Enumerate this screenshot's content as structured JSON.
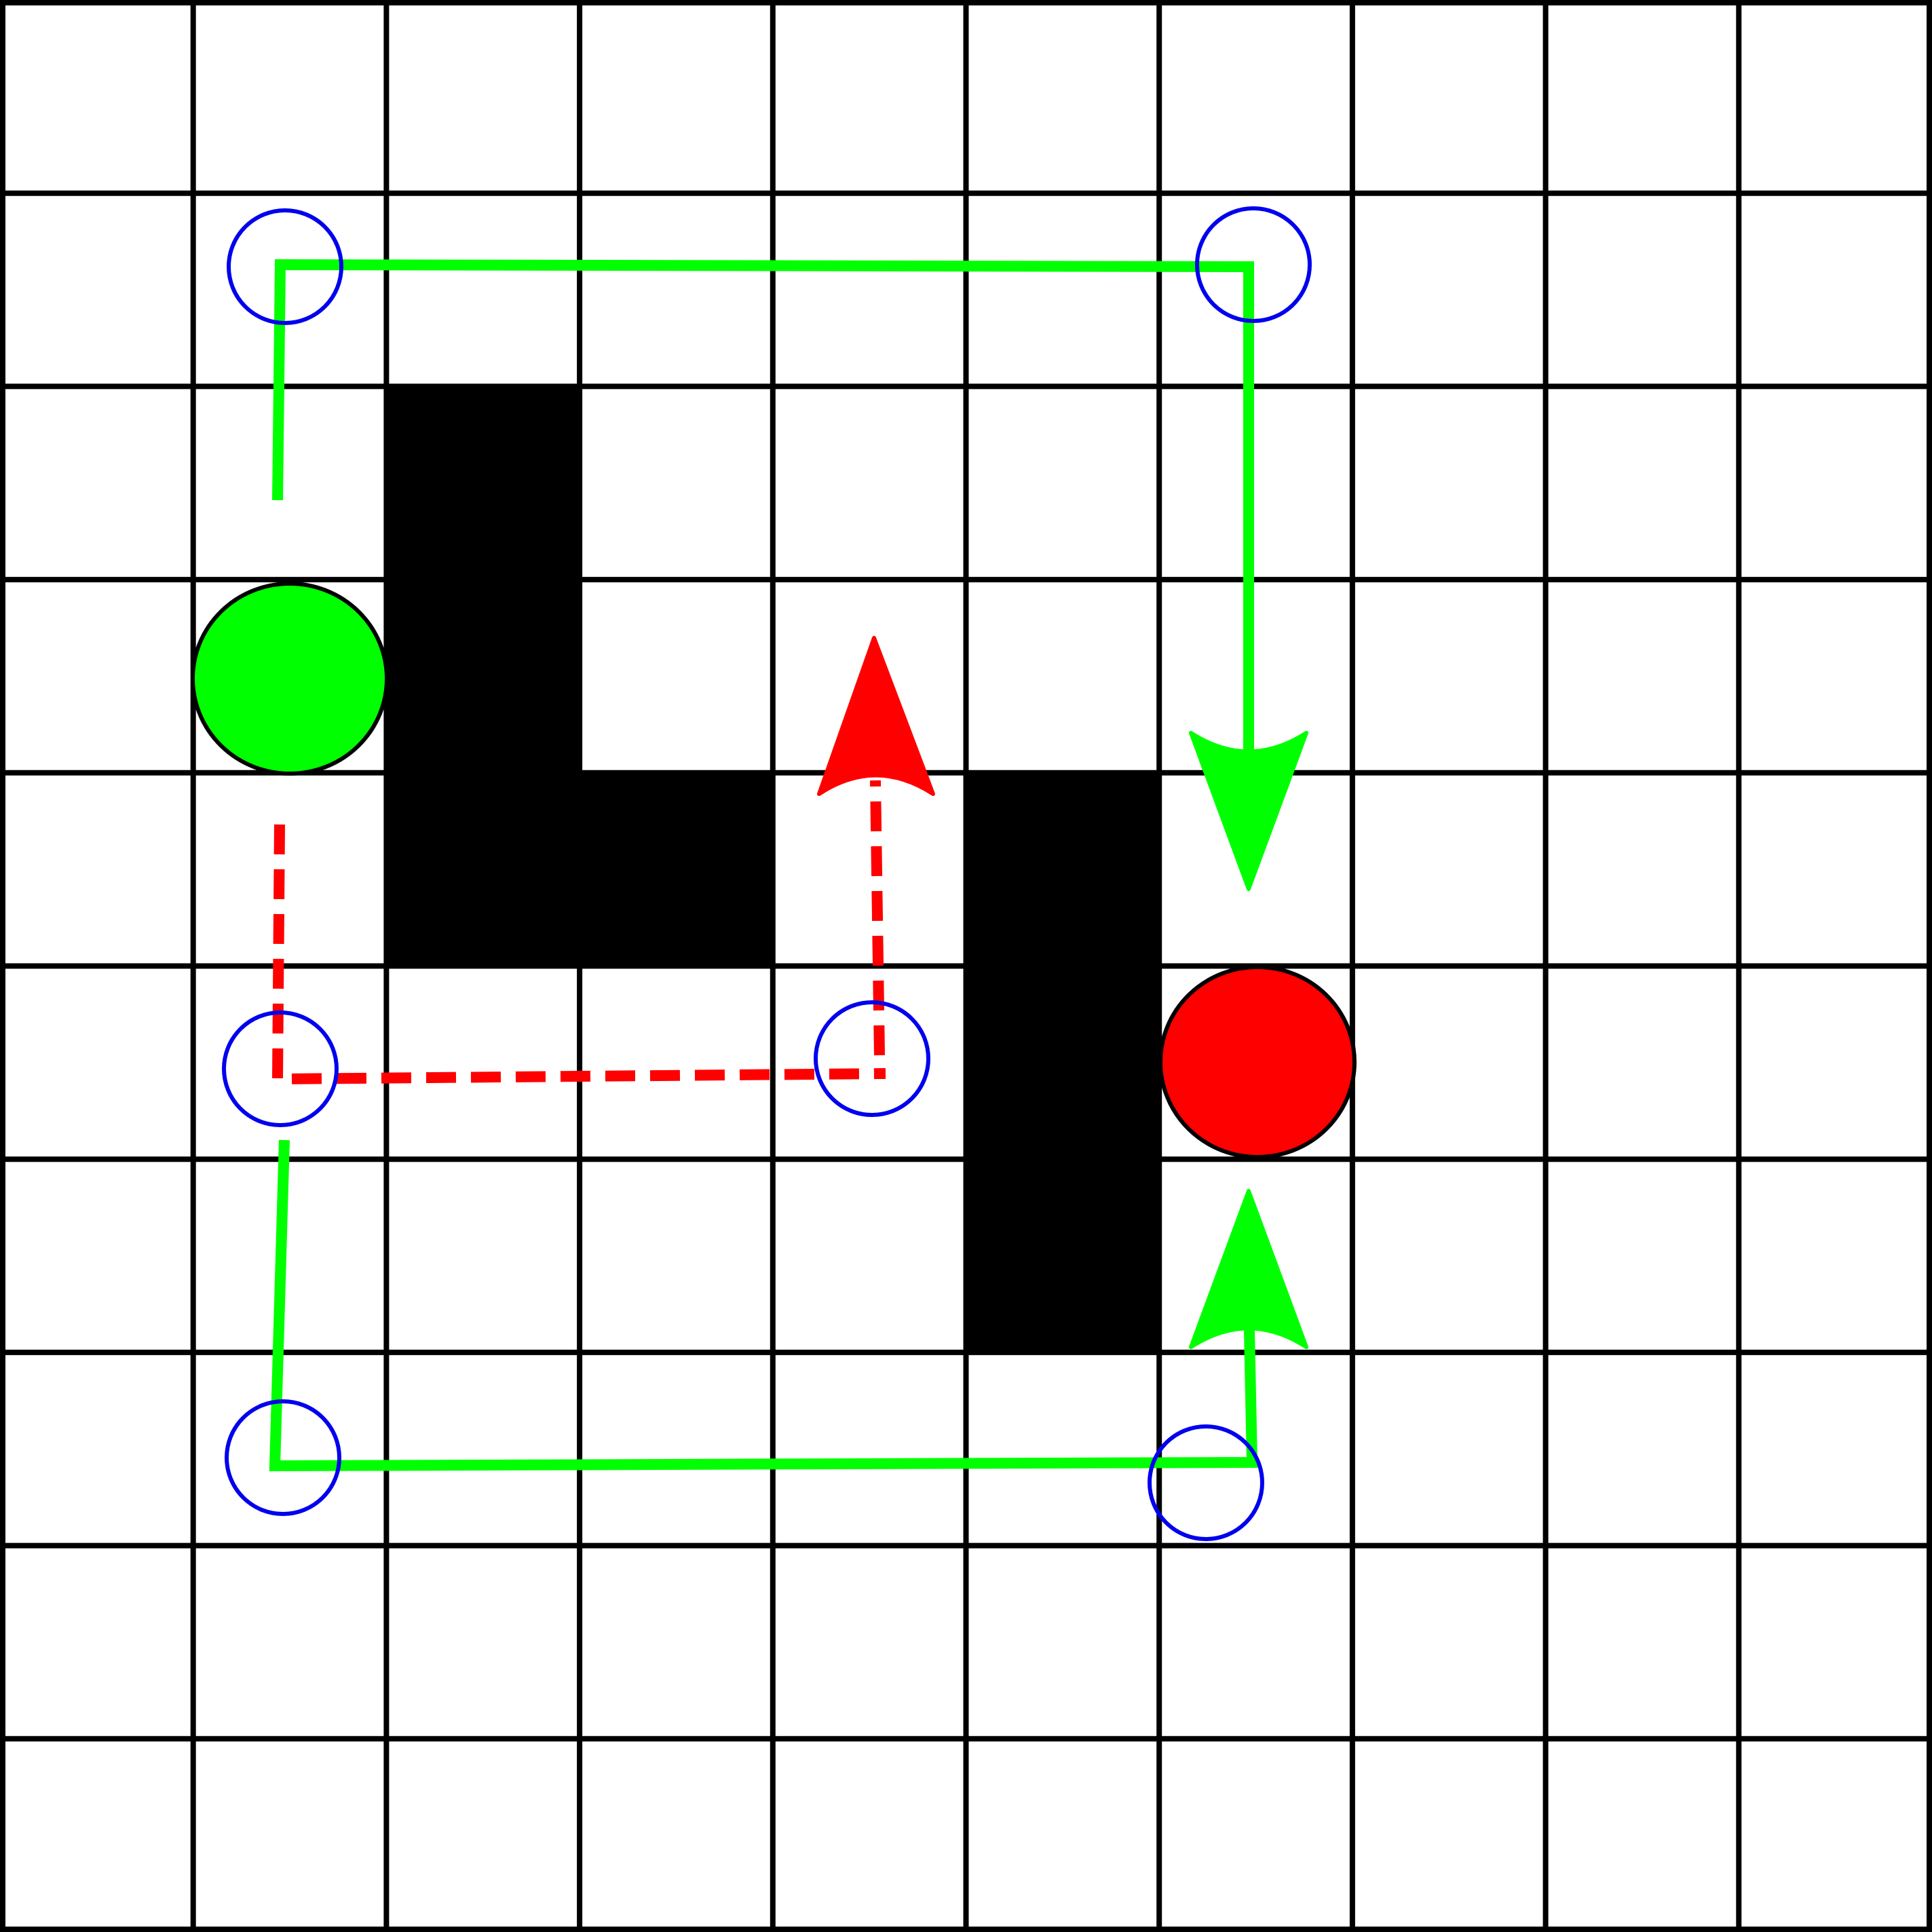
{
  "grid": {
    "rows": 10,
    "cols": 10,
    "line_color": "#000000",
    "background": "#ffffff"
  },
  "obstacles": [
    {
      "row": 2,
      "col": 2
    },
    {
      "row": 3,
      "col": 2
    },
    {
      "row": 4,
      "col": 2
    },
    {
      "row": 4,
      "col": 3
    },
    {
      "row": 4,
      "col": 5
    },
    {
      "row": 5,
      "col": 5
    },
    {
      "row": 6,
      "col": 5
    }
  ],
  "agents": [
    {
      "name": "green-agent",
      "row": 3,
      "col": 1,
      "color": "#00ff00"
    },
    {
      "name": "red-agent",
      "row": 5,
      "col": 6,
      "color": "#ff0000"
    }
  ],
  "paths": [
    {
      "name": "green-path-upper",
      "color": "#00ff00",
      "style": "solid",
      "points": [
        [
          2.44,
          1.45
        ],
        [
          1.38,
          1.48
        ],
        [
          1.38,
          6.55
        ],
        [
          1.39,
          6.47
        ],
        [
          4.7,
          6.47
        ],
        [
          4.6,
          6.47
        ]
      ],
      "arrowhead": true
    },
    {
      "name": "green-path-lower",
      "color": "#00ff00",
      "style": "solid",
      "points": [
        [
          5.9,
          1.48
        ],
        [
          7.6,
          1.43
        ],
        [
          7.57,
          6.48
        ],
        [
          6.94,
          6.48
        ]
      ],
      "arrowhead": true
    },
    {
      "name": "red-path",
      "color": "#ff0000",
      "style": "dashed",
      "points": [
        [
          4.3,
          1.45
        ],
        [
          5.6,
          1.45
        ],
        [
          5.58,
          4.58
        ],
        [
          4.02,
          4.52
        ]
      ],
      "arrowhead": true
    }
  ],
  "waypoints": [
    [
      1.48,
      1.48
    ],
    [
      1.45,
      6.49
    ],
    [
      5.55,
      1.45
    ],
    [
      5.5,
      4.53
    ],
    [
      7.58,
      1.47
    ],
    [
      7.7,
      6.28
    ]
  ],
  "waypoint_color": "#0000ee"
}
